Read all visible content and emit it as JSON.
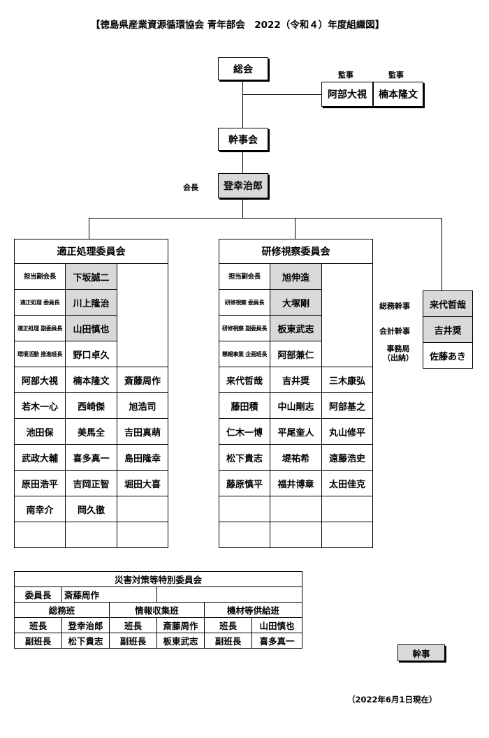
{
  "title": "【徳島県産業資源循環協会 青年部会　2022（令和４）年度組織図】",
  "top": {
    "soukai": "総会",
    "kanji_kai": "幹事会",
    "president_label": "会長",
    "president": "登幸治郎",
    "auditors": [
      {
        "label": "監事",
        "name": "阿部大視"
      },
      {
        "label": "監事",
        "name": "楠本隆文"
      }
    ]
  },
  "committee_a": {
    "title": "適正処理委員会",
    "roles": [
      {
        "label": "担当副会長",
        "name": "下坂誠二"
      },
      {
        "label": "適正処理 委員長",
        "name": "川上隆治"
      },
      {
        "label": "適正処理 副委員長",
        "name": "山田慎也"
      },
      {
        "label": "環境活動 推進班長",
        "name": "野口卓久"
      }
    ],
    "members": [
      [
        "阿部大視",
        "楠本隆文",
        "斎藤周作"
      ],
      [
        "若木一心",
        "西崎傑",
        "旭浩司"
      ],
      [
        "池田保",
        "美馬全",
        "吉田真萌"
      ],
      [
        "武政大輔",
        "喜多真一",
        "島田隆幸"
      ],
      [
        "原田浩平",
        "吉岡正智",
        "堀田大喜"
      ],
      [
        "南幸介",
        "岡久徹",
        ""
      ],
      [
        "",
        "",
        ""
      ]
    ]
  },
  "committee_b": {
    "title": "研修視察委員会",
    "roles": [
      {
        "label": "担当副会長",
        "name": "旭伸造"
      },
      {
        "label": "研修視察 委員長",
        "name": "大塚剛"
      },
      {
        "label": "研修視察 副委員長",
        "name": "板東武志"
      },
      {
        "label": "懇親事業 企画班長",
        "name": "阿部兼仁"
      }
    ],
    "members": [
      [
        "来代哲哉",
        "吉井奨",
        "三木康弘"
      ],
      [
        "藤田積",
        "中山剛志",
        "阿部基之"
      ],
      [
        "仁木一博",
        "平尾奎人",
        "丸山修平"
      ],
      [
        "松下貴志",
        "堤祐希",
        "遠藤浩史"
      ],
      [
        "藤原慎平",
        "福井博章",
        "太田佳克"
      ],
      [
        "",
        "",
        ""
      ],
      [
        "",
        "",
        ""
      ]
    ]
  },
  "officers": [
    {
      "label": "総務幹事",
      "name": "来代哲哉"
    },
    {
      "label": "会計幹事",
      "name": "吉井奨"
    },
    {
      "label": "事務局\n（出納）",
      "name": "佐藤あき"
    }
  ],
  "disaster": {
    "title": "災害対策等特別委員会",
    "chair_label": "委員長",
    "chair": "斎藤周作",
    "groups": [
      {
        "name": "総務班",
        "leader_label": "班長",
        "leader": "登幸治郎",
        "sub_label": "副班長",
        "sub": "松下貴志"
      },
      {
        "name": "情報収集班",
        "leader_label": "班長",
        "leader": "斎藤周作",
        "sub_label": "副班長",
        "sub": "板東武志"
      },
      {
        "name": "機材等供給班",
        "leader_label": "班長",
        "leader": "山田慎也",
        "sub_label": "副班長",
        "sub": "喜多真一"
      }
    ]
  },
  "legend": "幹事",
  "date": "（2022年6月1日現在）"
}
